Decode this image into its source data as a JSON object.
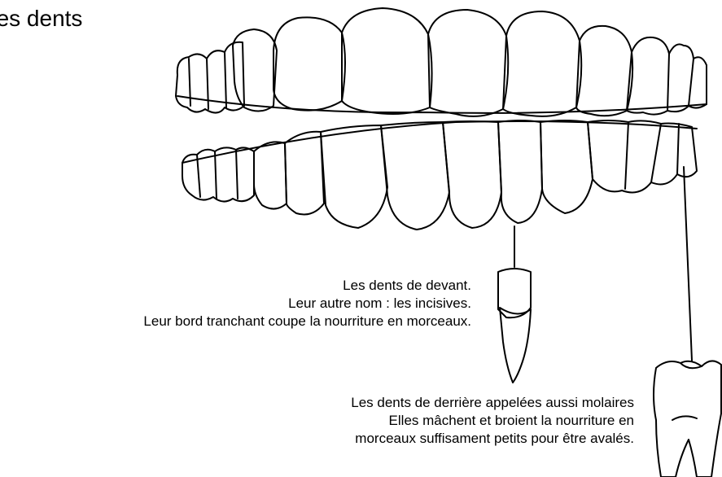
{
  "title": "Les dents",
  "diagram": {
    "upper_jaw_name": "upper-teeth",
    "lower_jaw_name": "lower-teeth",
    "line_color": "#000000",
    "background_color": "#ffffff"
  },
  "captions": {
    "front": [
      "Les dents de devant.",
      "Leur autre nom : les incisives.",
      "Leur bord tranchant coupe la nourriture en morceaux."
    ],
    "back": [
      "Les dents de derrière appelées aussi molaires",
      "Elles mâchent et broient la nourriture en",
      "morceaux suffisament petits pour être avalés."
    ]
  }
}
